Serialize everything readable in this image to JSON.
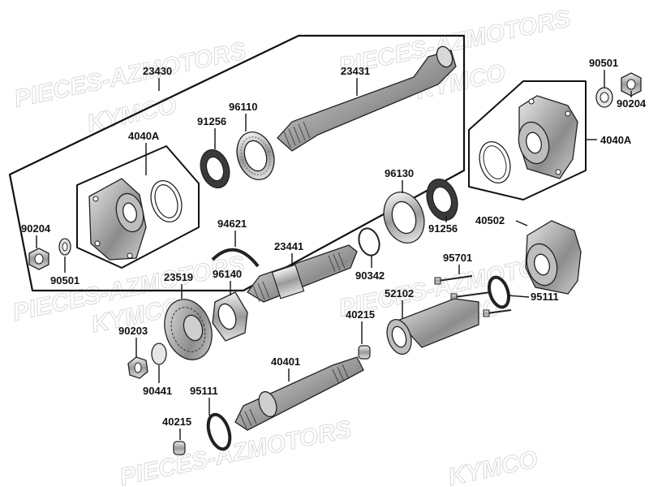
{
  "watermarks": [
    {
      "text": "PIECES-AZMOTORS"
    },
    {
      "text": "KYMCO"
    },
    {
      "text": "PIECES-AZMOTORS"
    },
    {
      "text": "KYMCO"
    },
    {
      "text": "PIECES-AZMOTORS"
    },
    {
      "text": "KYMCO"
    },
    {
      "text": "PIECES-AZMOTORS"
    },
    {
      "text": "KYMCO"
    },
    {
      "text": "PIECES-AZMOTORS"
    },
    {
      "text": "KYMCO"
    }
  ],
  "labels": {
    "l_23430": "23430",
    "l_23431": "23431",
    "l_90501_tr": "90501",
    "l_90204_tr": "90204",
    "l_96110": "96110",
    "l_91256_a": "91256",
    "l_4040A_l": "4040A",
    "l_4040A_r": "4040A",
    "l_96130": "96130",
    "l_91256_b": "91256",
    "l_90204_l": "90204",
    "l_90501_l": "90501",
    "l_94621": "94621",
    "l_23441": "23441",
    "l_90342": "90342",
    "l_40502": "40502",
    "l_95701": "95701",
    "l_95111_r": "95111",
    "l_23519": "23519",
    "l_96140": "96140",
    "l_52102": "52102",
    "l_40215_a": "40215",
    "l_90203": "90203",
    "l_90441": "90441",
    "l_40401": "40401",
    "l_95111_b": "95111",
    "l_40215_b": "40215"
  }
}
